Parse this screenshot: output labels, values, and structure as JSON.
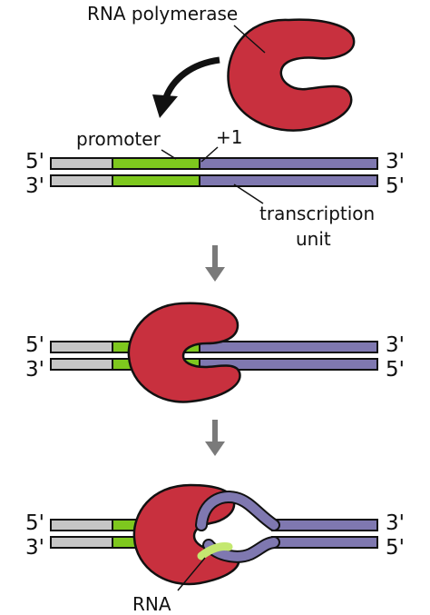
{
  "labels": {
    "rna_polymerase": "RNA polymerase",
    "promoter": "promoter",
    "plus_one": "+1",
    "transcription_unit_line1": "transcription",
    "transcription_unit_line2": "unit",
    "rna": "RNA"
  },
  "ends": {
    "five_prime": "5'",
    "three_prime": "3'"
  },
  "colors": {
    "polymerase": "#c8303e",
    "promoter": "#7ec81e",
    "transcription_unit": "#7f78b0",
    "upstream_dna": "#c6c6c6",
    "rna": "#c4e870",
    "arrow_black": "#111111",
    "arrow_gray": "#7a7a7a"
  },
  "stages": [
    "free polymerase and DNA",
    "closed complex",
    "open complex with RNA"
  ]
}
